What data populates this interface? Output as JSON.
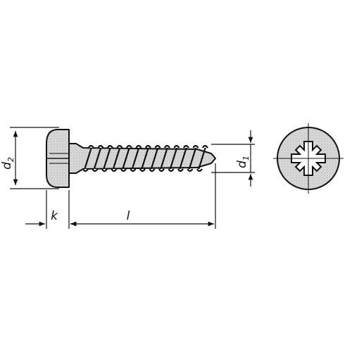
{
  "labels": {
    "d2": {
      "main": "d",
      "sub": "2"
    },
    "d1": {
      "main": "d",
      "sub": "1"
    },
    "k": "k",
    "l": "l"
  },
  "colors": {
    "ink": "#111111",
    "fill": "#d6d6d6",
    "background": "#ffffff"
  }
}
